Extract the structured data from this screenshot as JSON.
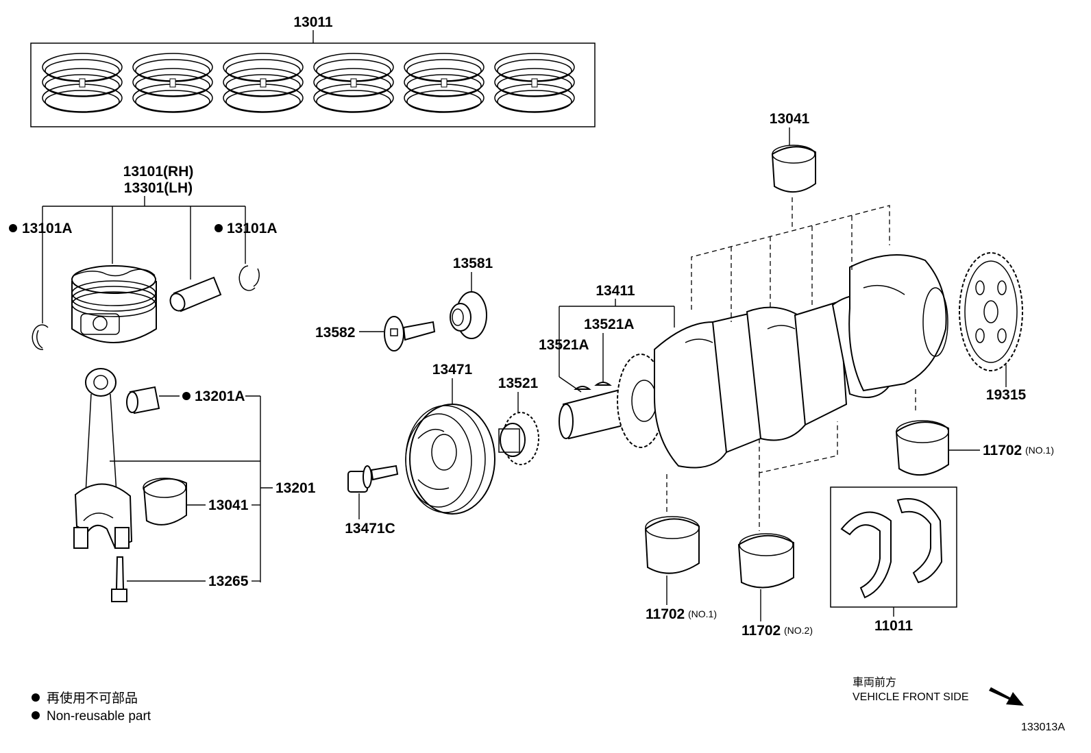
{
  "diagram": {
    "parts": {
      "piston_rings": "13011",
      "piston_rh": "13101(RH)",
      "piston_lh": "13301(LH)",
      "snap_ring_left": "13101A",
      "snap_ring_right": "13101A",
      "con_rod_bushing": "13201A",
      "connecting_rod": "13201",
      "con_rod_bearing": "13041",
      "con_rod_bolt": "13265",
      "crank_bearing_top": "13041",
      "crank_angle_sensor_plate_bolt": "13582",
      "crank_washer": "13581",
      "crankshaft": "13411",
      "key_a": "13521A",
      "key_b": "13521A",
      "pulley": "13471",
      "pulley_bolt": "13471C",
      "crank_sprocket": "13521",
      "timing_rotor": "19315",
      "main_bearing_no1_right": "11702",
      "main_bearing_no1_right_note": "(NO.1)",
      "main_bearing_no1_bottom": "11702",
      "main_bearing_no1_bottom_note": "(NO.1)",
      "main_bearing_no2": "11702",
      "main_bearing_no2_note": "(NO.2)",
      "thrust_washer_set": "11011"
    },
    "legend": {
      "line1": "再使用不可部品",
      "line2": "Non-reusable part"
    },
    "direction": {
      "label_cn": "車両前方",
      "label_en": "VEHICLE FRONT SIDE"
    },
    "figure_id": "133013A"
  }
}
